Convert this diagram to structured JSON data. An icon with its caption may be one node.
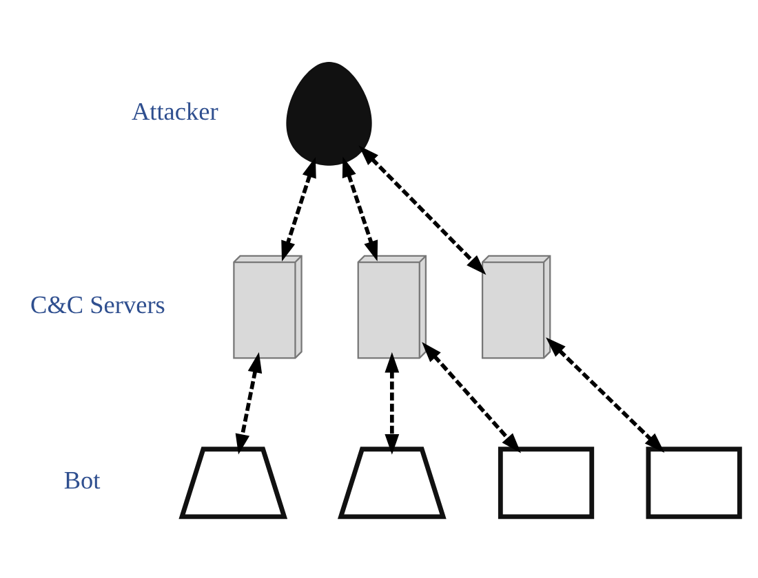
{
  "diagram": {
    "nodes": [
      {
        "text": [],
        "shape": "person"
      },
      {
        "text": [],
        "shape": "server"
      },
      {
        "text": [],
        "shape": "server"
      },
      {
        "text": [],
        "shape": "server"
      },
      {
        "text": [],
        "shape": "laptop"
      },
      {
        "text": [],
        "shape": "laptop"
      },
      {
        "text": [],
        "shape": "computer"
      },
      {
        "text": [],
        "shape": "computer"
      }
    ],
    "edges": [
      {
        "from": 0,
        "to": 1,
        "arrow": "both",
        "style": "dashed"
      },
      {
        "from": 0,
        "to": 2,
        "arrow": "both",
        "style": "dashed"
      },
      {
        "from": 0,
        "to": 3,
        "arrow": "both",
        "style": "dashed"
      },
      {
        "from": 1,
        "to": 4,
        "arrow": "both",
        "style": "dashed"
      },
      {
        "from": 2,
        "to": 5,
        "arrow": "both",
        "style": "dashed"
      },
      {
        "from": 2,
        "to": 6,
        "arrow": "both",
        "style": "dashed"
      },
      {
        "from": 3,
        "to": 7,
        "arrow": "both",
        "style": "dashed"
      }
    ],
    "labels": [
      "Attacker",
      "C&C Servers",
      "Bot"
    ]
  }
}
